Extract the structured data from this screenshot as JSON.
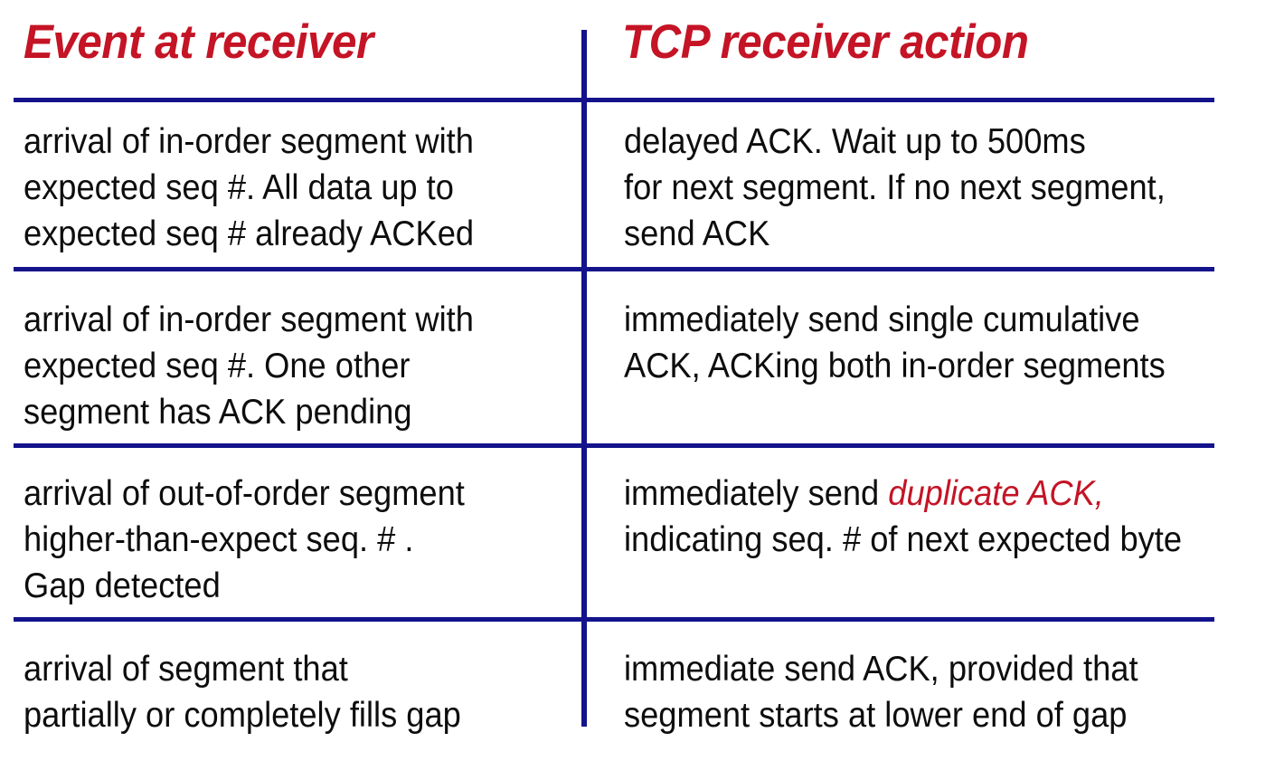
{
  "colors": {
    "accent_red": "#c41425",
    "line_navy": "#13138c",
    "text_black": "#0d0d0d"
  },
  "header": {
    "event": "Event at receiver",
    "action": "TCP receiver action"
  },
  "rows": [
    {
      "event_lines": [
        "arrival of in-order segment with",
        "expected seq #. All data up to",
        "expected seq # already ACKed"
      ],
      "action_lines": [
        "delayed ACK. Wait up to 500ms",
        "for next segment. If no next segment,",
        "send ACK"
      ]
    },
    {
      "event_lines": [
        "arrival of in-order segment with",
        "expected seq #. One other",
        "segment has ACK pending"
      ],
      "action_lines": [
        "immediately send single cumulative",
        "ACK, ACKing both in-order segments"
      ]
    },
    {
      "event_lines": [
        "arrival of out-of-order segment",
        "higher-than-expect seq. # .",
        "Gap detected"
      ],
      "action_prefix": "immediately send ",
      "action_highlight": "duplicate ACK,",
      "action_lines": [
        "indicating seq. # of next expected byte"
      ]
    },
    {
      "event_lines": [
        "arrival of segment that",
        "partially or completely fills gap"
      ],
      "action_lines": [
        "immediate send ACK, provided that",
        "segment starts at lower end of gap"
      ]
    }
  ]
}
